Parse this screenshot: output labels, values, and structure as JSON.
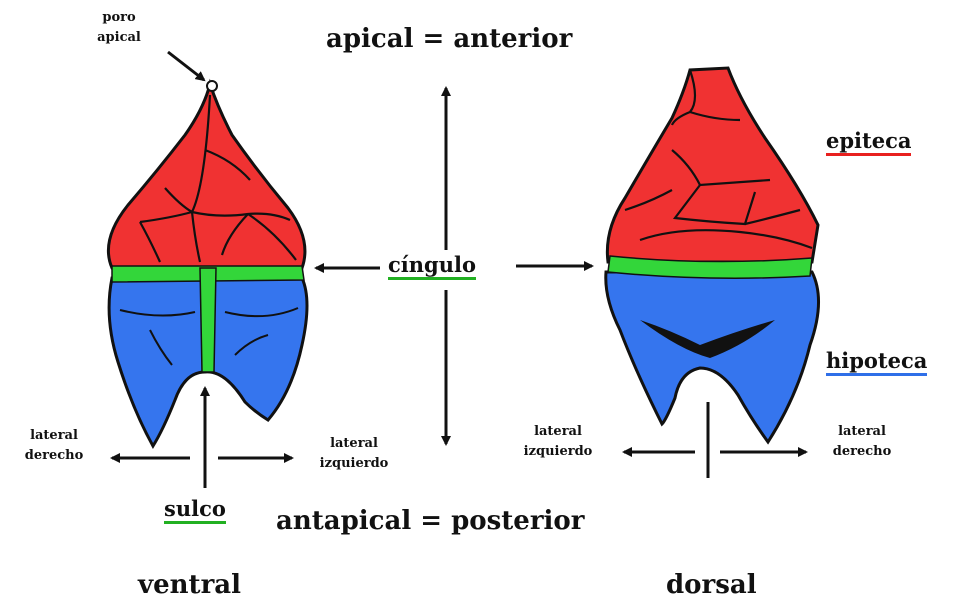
{
  "colors": {
    "epitheca": "#f03232",
    "hypotheca": "#3575ee",
    "cingulum": "#33d63a",
    "outline": "#111111"
  },
  "labels": {
    "poro": "poro",
    "apical_small": "apical",
    "apical_anterior": "apical = anterior",
    "antapical_posterior": "antapical = posterior",
    "cingulo": "cíngulo",
    "epiteca": "epiteca",
    "hipoteca": "hipoteca",
    "sulco": "sulco",
    "ventral": "ventral",
    "dorsal": "dorsal",
    "left_view": {
      "lateral_derecho_1": "lateral",
      "lateral_derecho_2": "derecho",
      "lateral_izquierdo_1": "lateral",
      "lateral_izquierdo_2": "izquierdo"
    },
    "right_view": {
      "lateral_izquierdo_1": "lateral",
      "lateral_izquierdo_2": "izquierdo",
      "lateral_derecho_1": "lateral",
      "lateral_derecho_2": "derecho"
    }
  }
}
